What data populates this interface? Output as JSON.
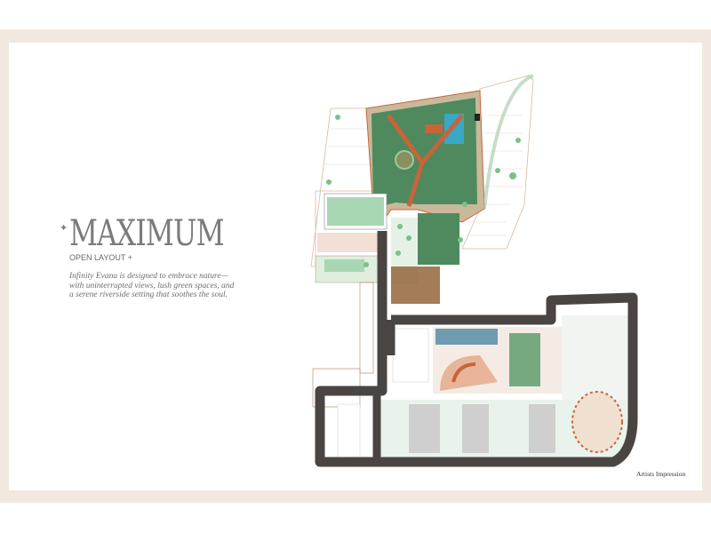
{
  "heading": {
    "title": "MAXIMUM",
    "sparkle_icon": "sparkle-icon",
    "subtitle": "OPEN LAYOUT +"
  },
  "description": "Infinity Evana is designed to embrace nature—with uninterrupted views, lush green spaces, and a serene riverside setting that soothes the soul.",
  "caption": "Artists Impression",
  "colors": {
    "frame": "#f1e9df",
    "road": "#4a4542",
    "lawn": "#4f8a5e",
    "path": "#c8643a",
    "pool": "#3aa7c4",
    "text": "#7b7b7b"
  }
}
